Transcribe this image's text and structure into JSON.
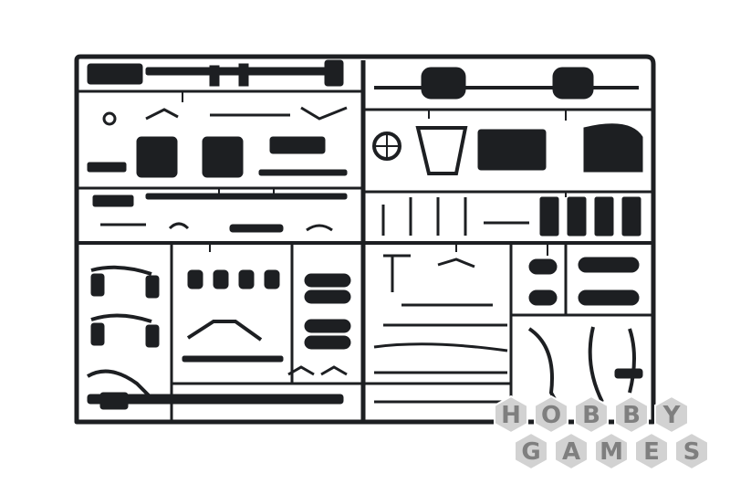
{
  "photo": {
    "subject": "sprue",
    "colors": {
      "background": "#ffffff",
      "plastic": "#1d1f22",
      "watermark_hex": "#d2d2d2",
      "watermark_text": "#7f7f7f"
    }
  },
  "watermark": {
    "line1": [
      "H",
      "O",
      "B",
      "B",
      "Y"
    ],
    "line2": [
      "G",
      "A",
      "M",
      "E",
      "S"
    ]
  }
}
